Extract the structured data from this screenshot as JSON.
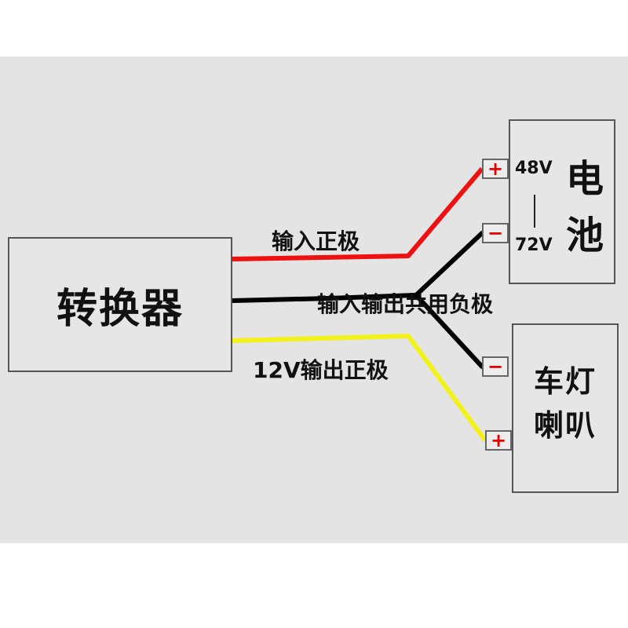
{
  "converter": {
    "label": "转换器"
  },
  "battery": {
    "label_line1": "电",
    "label_line2": "池",
    "voltage_high": "48V",
    "voltage_low": "72V"
  },
  "load": {
    "label_line1": "车灯",
    "label_line2": "喇叭"
  },
  "terminals": {
    "positive": "+",
    "negative": "−"
  },
  "wires": {
    "input_positive": "输入正极",
    "common_negative": "输入输出共用负极",
    "output_positive": "12V输出正极"
  },
  "colors": {
    "positive_wire": "#ee1111",
    "negative_wire": "#000000",
    "output_wire": "#f2f21a",
    "terminal_sign": "#e00000"
  }
}
